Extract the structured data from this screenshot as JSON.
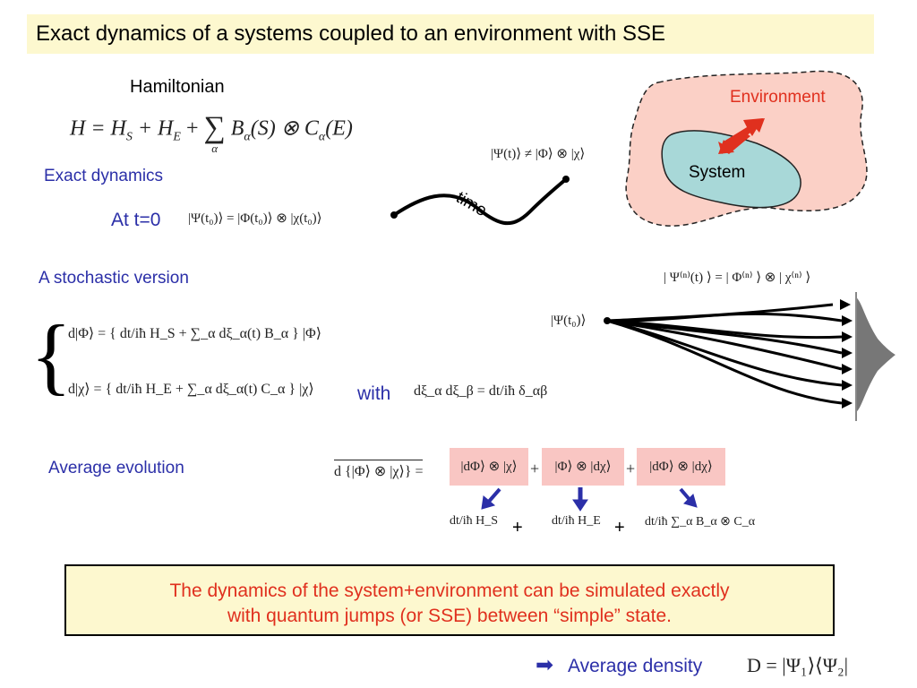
{
  "title": "Exact dynamics of a systems coupled to an environment with SSE",
  "hamiltonian": {
    "label": "Hamiltonian",
    "eq_lhs": "H = H",
    "eq_rhs": "+ H",
    "eq_sum": "∑",
    "eq_tail": "B",
    "eq_tail2": "(S) ⊗ C",
    "eq_tail3": "(E)",
    "sub_S": "S",
    "sub_E": "E",
    "sub_alpha": "α"
  },
  "exact": {
    "label": "Exact dynamics",
    "t0_label": "At t=0",
    "t0_eq": "|Ψ(t₀)⟩ = |Φ(t₀)⟩ ⊗ |χ(t₀)⟩",
    "time_label": "time",
    "neq_eq": "|Ψ(t)⟩ ≠ |Φ⟩ ⊗ |χ⟩"
  },
  "diagram": {
    "environment_label": "Environment",
    "system_label": "System"
  },
  "stochastic": {
    "label": "A stochastic version",
    "eq1": "d|Φ⟩ = { dt/iħ H_S + ∑_α dξ_α(t) B_α } |Φ⟩",
    "eq2": "d|χ⟩ = { dt/iħ H_E + ∑_α dξ_α(t) C_α } |χ⟩",
    "with_label": "with",
    "noise_eq": "dξ_α dξ_β = dt/iħ δ_αβ",
    "psi_n_eq": "| Ψ⁽ⁿ⁾(t) ⟩ = | Φ⁽ⁿ⁾ ⟩ ⊗ | χ⁽ⁿ⁾ ⟩",
    "psi_t0": "|Ψ(t₀)⟩"
  },
  "average": {
    "label": "Average evolution",
    "lhs": "d {|Φ⟩ ⊗ |χ⟩} =",
    "term1": "|dΦ⟩ ⊗ |χ⟩",
    "term2": "|Φ⟩ ⊗ |dχ⟩",
    "term3": "|dΦ⟩ ⊗ |dχ⟩",
    "plus": "+",
    "res1": "dt/iħ H_S",
    "res2": "dt/iħ H_E",
    "res3": "dt/iħ ∑_α B_α ⊗ C_α"
  },
  "conclusion": {
    "line1": "The dynamics of the system+environment can be simulated exactly",
    "line2": "with quantum jumps (or SSE) between “simple” state."
  },
  "footer": {
    "arrow": "➡",
    "label": "Average density",
    "eq": "D = |Ψ₁⟩⟨Ψ₂|"
  },
  "colors": {
    "accent_blue": "#2b2fa8",
    "accent_red": "#e0301e",
    "title_bg": "#fdf8cf",
    "env_fill": "#fbd0c6",
    "sys_fill": "#a8d8d8",
    "highlight": "#f9c6c3"
  }
}
